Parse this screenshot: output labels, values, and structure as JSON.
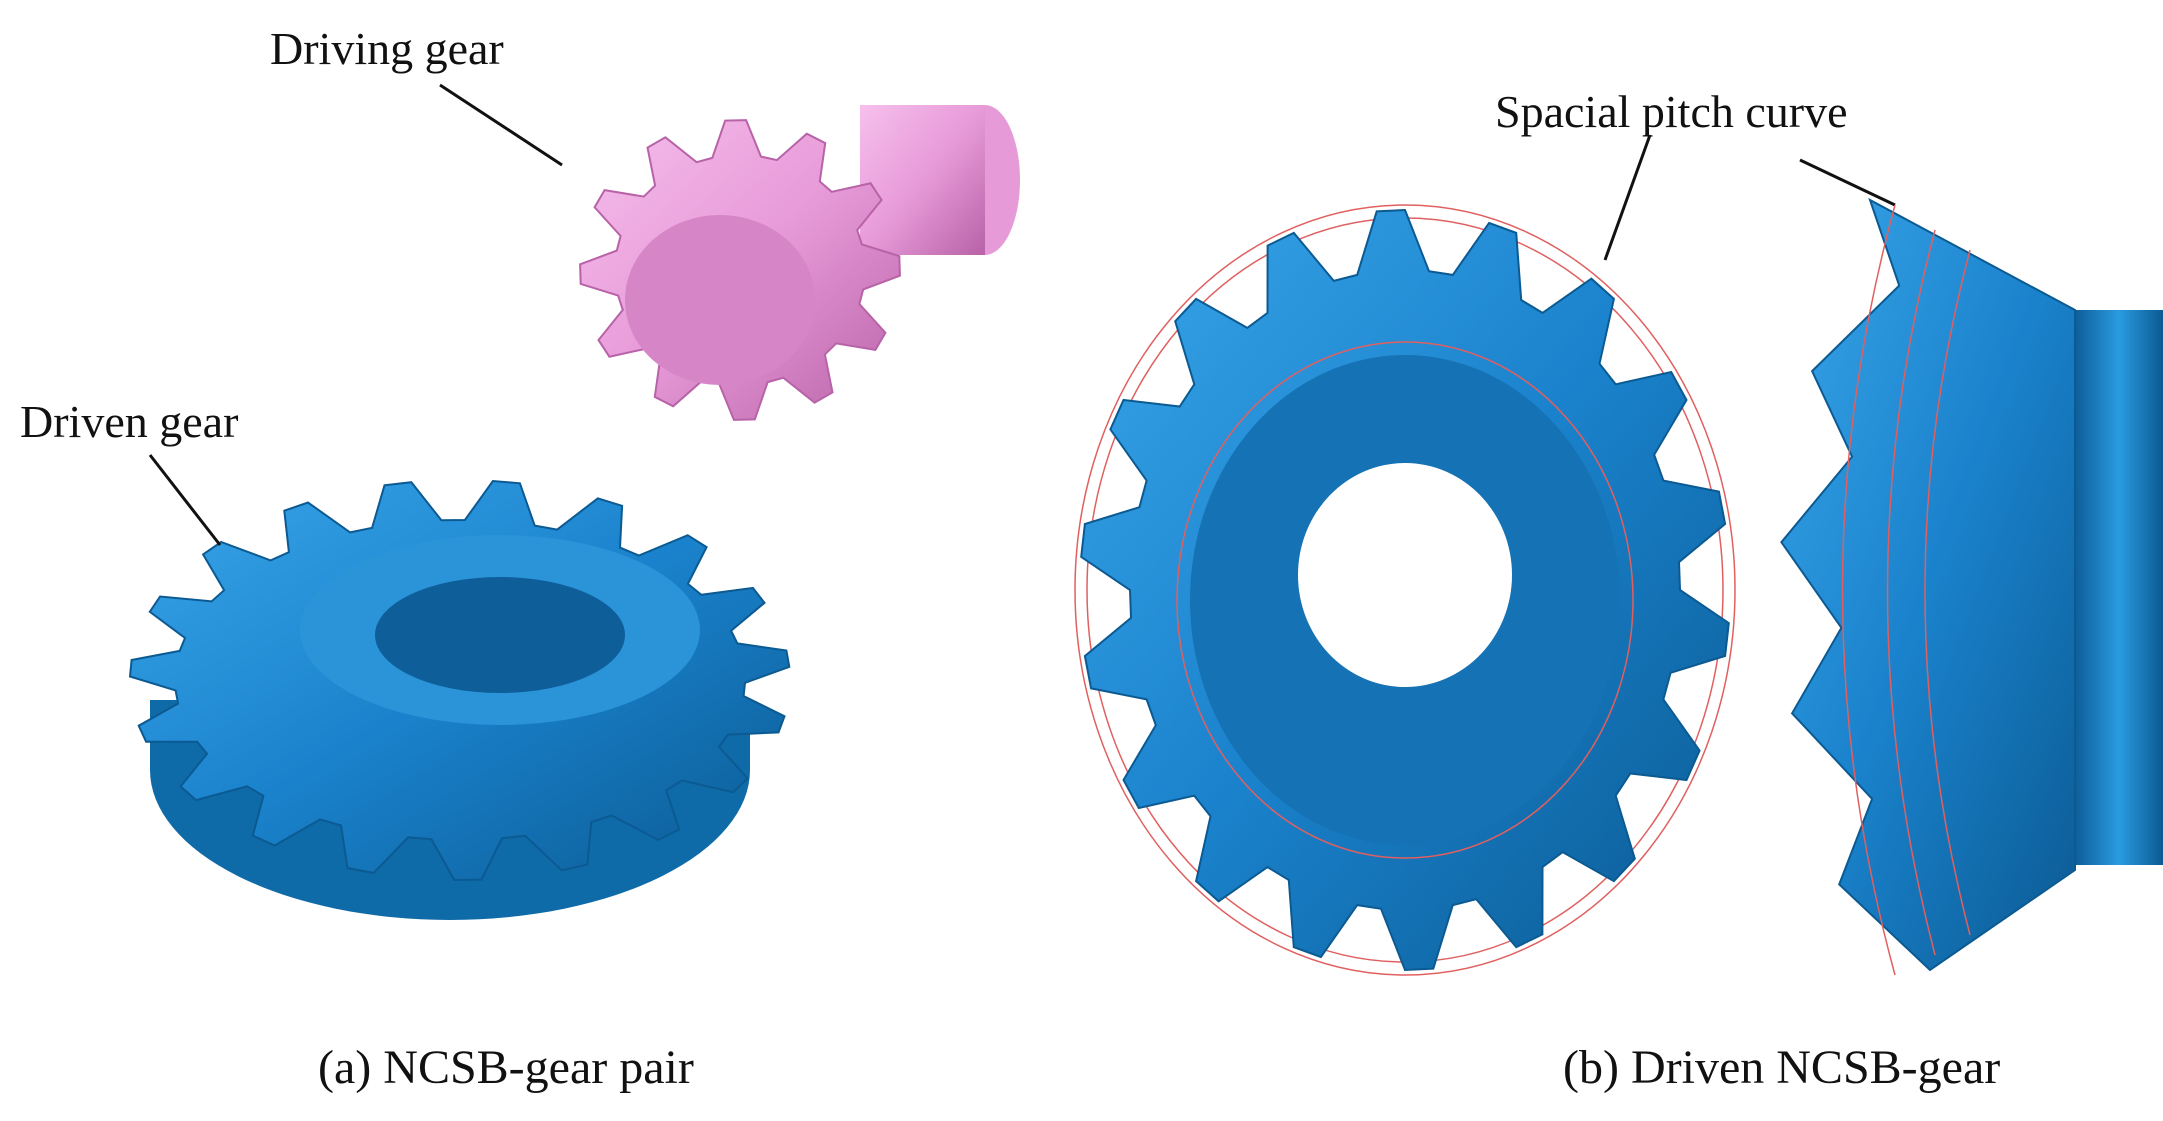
{
  "labels": {
    "driving_gear": "Driving gear",
    "driven_gear": "Driven gear",
    "spacial_pitch_curve": "Spacial pitch curve"
  },
  "captions": {
    "a": "(a) NCSB-gear pair",
    "b": "(b) Driven NCSB-gear"
  },
  "colors": {
    "driven_gear": "#1a82cc",
    "driven_gear_dark": "#0d5e99",
    "driving_gear": "#e79ad8",
    "driving_gear_dark": "#c36db4",
    "pitch_curve": "#e06060"
  }
}
